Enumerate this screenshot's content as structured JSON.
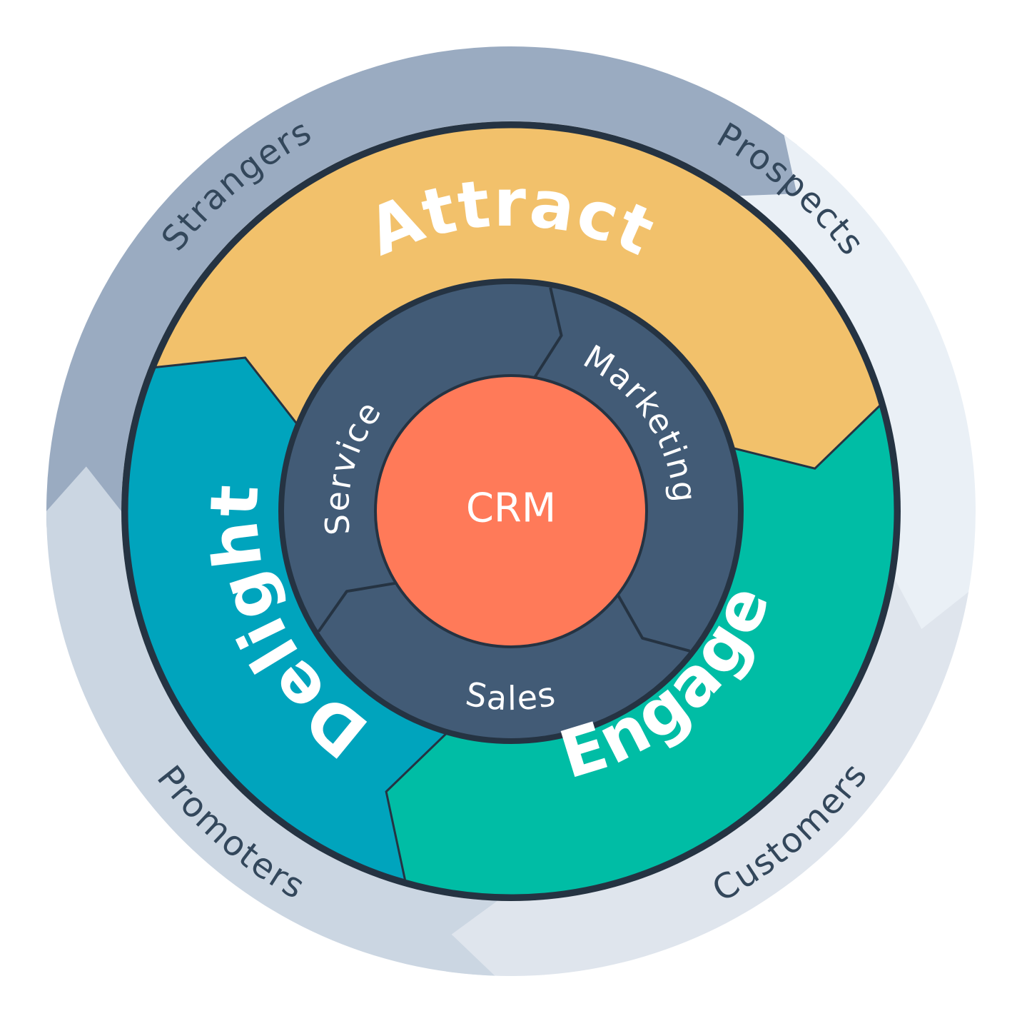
{
  "diagram": {
    "center": {
      "label": "CRM",
      "color": "#ff7a59"
    },
    "teams": [
      {
        "key": "marketing",
        "label": "Marketing"
      },
      {
        "key": "sales",
        "label": "Sales"
      },
      {
        "key": "service",
        "label": "Service"
      }
    ],
    "stages": [
      {
        "key": "attract",
        "label": "Attract",
        "color": "#f2c16b"
      },
      {
        "key": "engage",
        "label": "Engage",
        "color": "#00bda5"
      },
      {
        "key": "delight",
        "label": "Delight",
        "color": "#00a4bd"
      }
    ],
    "audiences": [
      {
        "key": "strangers",
        "label": "Strangers",
        "color": "#9aabc1"
      },
      {
        "key": "prospects",
        "label": "Prospects",
        "color": "#eaf0f6"
      },
      {
        "key": "customers",
        "label": "Customers",
        "color": "#dfe5ed"
      },
      {
        "key": "promoters",
        "label": "Promoters",
        "color": "#cbd6e2"
      }
    ],
    "colors": {
      "team_ring": "#425b76",
      "outline": "#253342"
    }
  }
}
